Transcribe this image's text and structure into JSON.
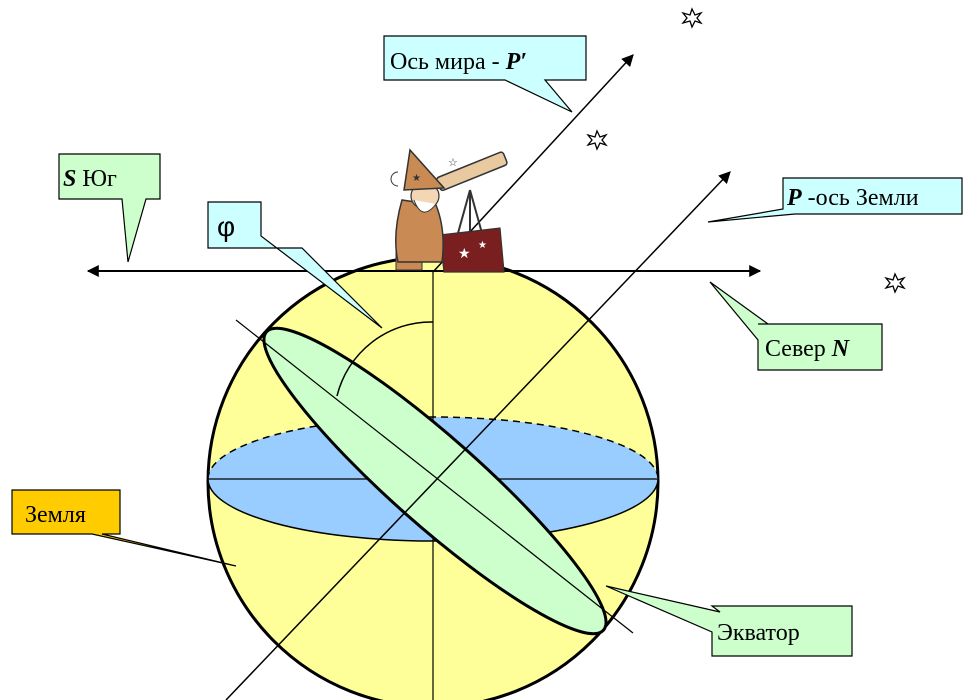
{
  "labels": {
    "world_axis": {
      "text": "Ось мира - ",
      "symbol": "P′"
    },
    "south": {
      "symbol": "S",
      "text": " Юг"
    },
    "latitude": {
      "symbol": "φ"
    },
    "earth_axis": {
      "symbol": "P",
      "text": " -ось Земли"
    },
    "north": {
      "text": "Север ",
      "symbol": "N"
    },
    "earth": {
      "text": "Земля"
    },
    "equator": {
      "text": "Экватор"
    }
  },
  "colors": {
    "globe_fill": "#ffff99",
    "equator_fill": "#ccffcc",
    "horizon_plane_fill": "#99ccff",
    "callout_cyan": "#ccffff",
    "callout_green": "#ccffcc",
    "callout_orange": "#ffcc00",
    "star_stroke": "#000000"
  },
  "icons": {
    "observer": "astronomer-with-telescope-icon",
    "star": "star-icon"
  }
}
